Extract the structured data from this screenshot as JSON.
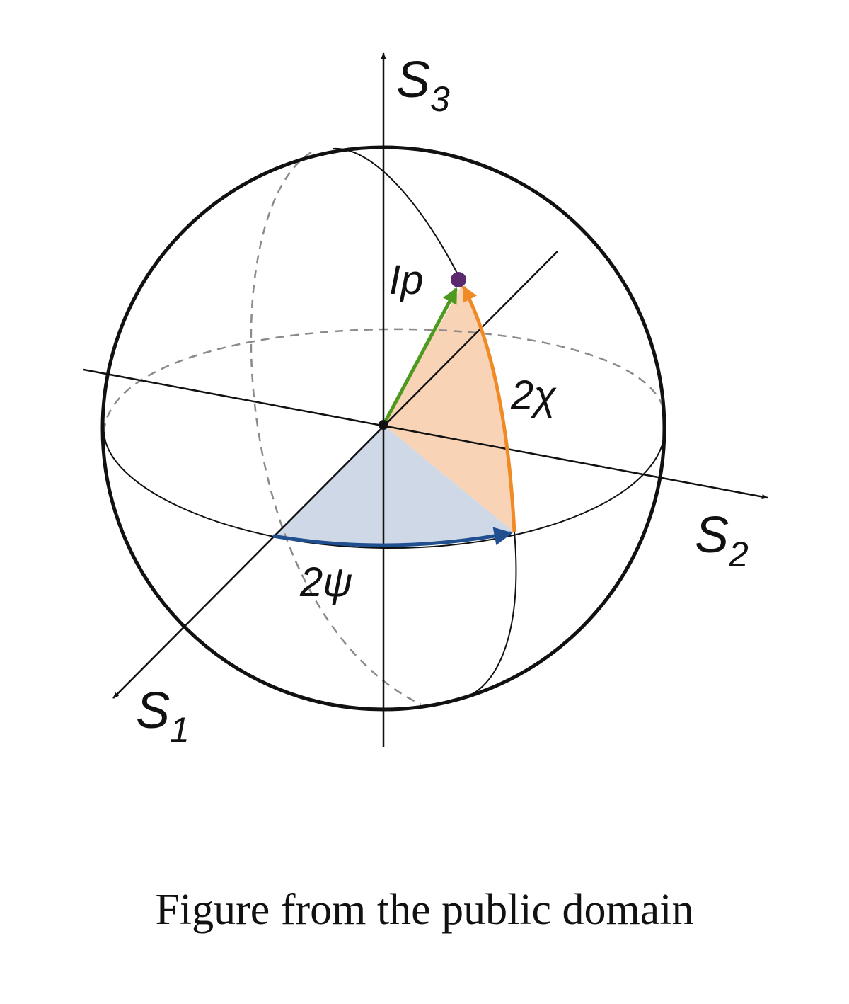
{
  "labels": {
    "s3": {
      "main": "S",
      "sub": "3"
    },
    "s2": {
      "main": "S",
      "sub": "2"
    },
    "s1": {
      "main": "S",
      "sub": "1"
    },
    "ip": "Ip",
    "two_chi": "2χ",
    "two_psi": "2ψ"
  },
  "caption": "Figure from the public domain",
  "colors": {
    "outline": "#111111",
    "hidden_line": "#8a8a8a",
    "ip_vector": "#4e9a1f",
    "chi_arc": "#f08a24",
    "chi_fill": "#f8d3b6",
    "psi_arc": "#1f4f8f",
    "psi_fill": "#cfd8e6",
    "point": "#5b2a6e"
  }
}
